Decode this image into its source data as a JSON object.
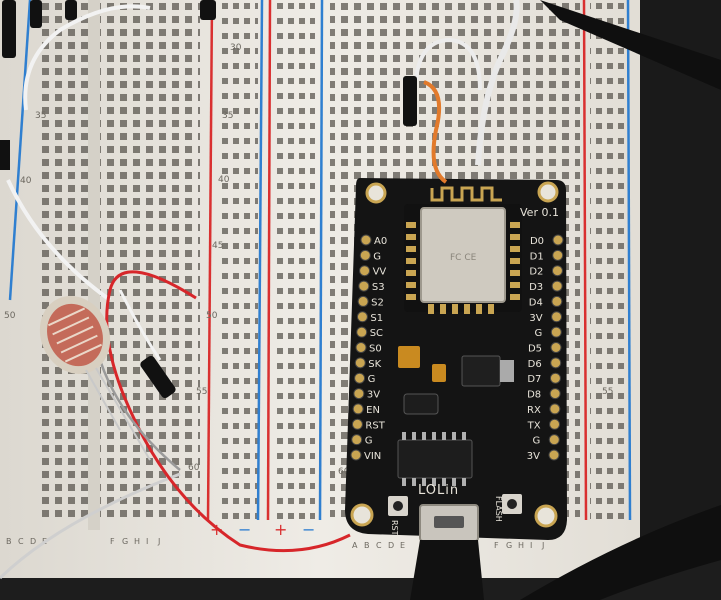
{
  "breadboard": {
    "row_numbers_left": [
      "35",
      "40",
      "45",
      "50",
      "55",
      "60"
    ],
    "row_numbers_right": [
      "30",
      "35",
      "40",
      "45",
      "50",
      "55",
      "60"
    ],
    "column_letters_bottom_left": [
      "B",
      "C",
      "D",
      "E",
      "F",
      "G",
      "H",
      "I",
      "J"
    ],
    "column_letters_bottom_right": [
      "A",
      "B",
      "C",
      "D",
      "E",
      "F",
      "G",
      "H",
      "I",
      "J"
    ],
    "rail_plus": "+",
    "rail_minus": "−"
  },
  "nodemcu": {
    "version_label": "Ver 0.1",
    "brand_label": "LOLin",
    "rst_label": "RST",
    "flash_label": "FLASH",
    "left_pins": [
      "A0",
      "G",
      "VV",
      "S3",
      "S2",
      "S1",
      "SC",
      "S0",
      "SK",
      "G",
      "3V",
      "EN",
      "RST",
      "G",
      "VIN"
    ],
    "right_pins": [
      "D0",
      "D1",
      "D2",
      "D3",
      "D4",
      "3V",
      "G",
      "D5",
      "D6",
      "D7",
      "D8",
      "RX",
      "TX",
      "G",
      "3V"
    ]
  },
  "colors": {
    "board_black": "#141414",
    "breadboard_white": "#ece9e2",
    "rail_red": "#d93030",
    "rail_blue": "#2f7fd0",
    "esp_shield": "#cfcac0",
    "pin_gold": "#c9a552",
    "ldr_body": "#c46b5a",
    "wire_red": "#d7262a",
    "wire_orange": "#e27a2b",
    "wire_white": "#f2f2f2"
  }
}
